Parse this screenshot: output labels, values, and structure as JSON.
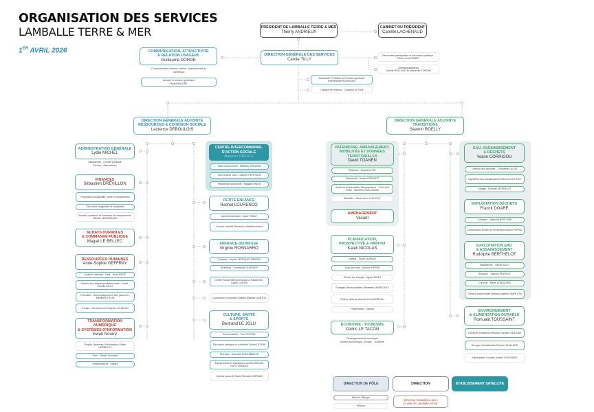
{
  "header": {
    "title_line1": "ORGANISATION DES SERVICES",
    "title_line2": "LAMBALLE TERRE & MER",
    "date_day": "1",
    "date_suffix": "ER",
    "date_rest": " AVRIL 2026"
  },
  "president": {
    "title": "PRÉSIDENT DE LAMBALLE TERRE & MER",
    "name": "Thierry ANDRIEUX"
  },
  "cabinet": {
    "title": "CABINET DU PRÉSIDENT",
    "name": "Camille LACHENAUD"
  },
  "dgs": {
    "title": "DIRECTION GÉNÉRALE DES SERVICES",
    "name": "Carole TILLY"
  },
  "communication": {
    "title_l1": "COMMUNICATION, ATTRACTIVITÉ",
    "title_l2": "& RELATION USAGERS",
    "name": "Guillaume DORGE",
    "desc": "Communication externe, interne, institutionnelle et numérique",
    "service": "Accueil et services généraux",
    "service_name": "Holly PHILIPPE"
  },
  "dgs_side": {
    "democratie": "Démocratie participative et innovation publique - Pierre-Yves HENRY",
    "contract_l1": "Contractualisations",
    "contract_l2": "Camille ROLLAND et Alexandre TORDINI",
    "assist_l1": "Assistante Président et Direction générale",
    "assist_l2": "Emmanuelle BOURDAIS",
    "mission": "Chargée de mission - Charlène LE NUÉ"
  },
  "dga_ress": {
    "title_l1": "DIRECTION GÉNÉRALE ADJOINTE",
    "title_l2": "RESSOURCES & COHÉSION SOCIALE",
    "name": "Laurence DEBOULOIS"
  },
  "dga_trans": {
    "title_l1": "DIRECTION GÉNÉRALE ADJOINTE",
    "title_l2": "TRANSITIONS",
    "name": "Séverin ROELLY"
  },
  "admin": {
    "title": "ADMINISTRATION GÉNÉRALE",
    "name": "Lydie MICHEL",
    "desc_l1": "Assurances - Conseil juridique",
    "desc_l2": "Foncier - Assemblées"
  },
  "finances": {
    "title": "FINANCES",
    "name": "Sébastien DRÉVILLON",
    "items": [
      "Préparation budgétaire, dette et prospectives",
      "Exécution budgétaire et comptable",
      "Fiscalité, dotations et transferts de compétences - Mireille LEMORDANT"
    ]
  },
  "achats": {
    "title_l1": "ACHATS DURABLES",
    "title_l2": "& COMMANDE PUBLIQUE",
    "name": "Magali LE BELLEC"
  },
  "rh": {
    "title": "RESSOURCES HUMAINES",
    "name": "Anne-Sophie GEFFRAY",
    "items": [
      "Gestion carrières - Paie - Anita MACÉ",
      "Gestion des risques professionnels - Santé - Camille GILET",
      "Formation - Accompagnement des parcours - Mélanie LE FUR",
      "Emploi - Recrutement Delphine LE BIHAN"
    ]
  },
  "numerique": {
    "title_l1": "TRANSFORMATION NUMÉRIQUE",
    "title_l2": "& SYSTÈMES D'INFORMATION",
    "name": "Ewan Nourry",
    "items": [
      "Projets Systèmes d'information Olivier HERBELOT",
      "Parc - Steven Boussier",
      "Infrastructures - Vacant"
    ]
  },
  "cias": {
    "title_l1": "CENTRE INTERCOMMUNAL",
    "title_l2": "D'ACTION SOCIALE",
    "name": "Maureen DREULE",
    "items": [
      "SAD secteur Nord - Matthieu ORHAND",
      "SAD secteur Sud - Léandre HERCELIN",
      "Résidence autonomie - Magalie UMON"
    ]
  },
  "petite_enfance": {
    "title": "PETITE ENFANCE",
    "name": "Rachel LOURENCO",
    "items": [
      "Accueil individuel - Marie TANAY",
      "Accueil collectif Directions d'établissement"
    ]
  },
  "enfance": {
    "title": "ENFANCE-JEUNESSE",
    "name": "Virginie ROSNARHO",
    "items": [
      "Enfance - Sophie JEZEQUEL BRIEND",
      "Jeunesse - Emmanuel GUERNES"
    ]
  },
  "centre_social": "Centre Social Intercommunal La Passerelle - Cyrille CARTIN",
  "convention": "Convention Territoriale Globale Mélanie GARTOS",
  "culture": {
    "title_l1": "CULTURE, SANTÉ",
    "title_l2": "& SPORTS",
    "name": "Bertrand LE JOLU",
    "items": [
      "Conservatoire - Yves TROVEL",
      "Éducation artistique et culturelle Céline LE BON",
      "Piscines - Gwendal SOULABAILLE",
      "Équipements et animations sportifs Déborah GUITTONNEAU",
      "Contrat Local de Santé Romane MORVAN"
    ]
  },
  "patrimoine": {
    "title_l1": "PATRIMOINE, AMÉNAGEMENT,",
    "title_l2": "MOBILITÉS ET DONNÉES",
    "title_l3": "TERRITORIALES",
    "name": "David TOANEN",
    "items": [
      "Réseaux - Ségolène FAY",
      "Patrimoine - Arnaud DENIAUT",
      "Système d'information Géographique - Très Haut Débit - Sandrine GUILLAUME",
      "Mobilités - Marie-Anne LAUTOUT"
    ]
  },
  "amenagement": {
    "title": "AMÉNAGEMENT",
    "name": "Vacant"
  },
  "planification": {
    "title_l1": "PLANIFICATION,",
    "title_l2": "PROSPECTIVE & HABITAT",
    "name": "Katell NICOLAS",
    "items": [
      "Habitat - Sylvie AUBAUD",
      "Droit des sols - Maxime HERVÉ",
      "Climat, air, énergie - Agnès MILET",
      "Énergies Renouvelables Sébastien MARECAUX",
      "Petites villes de demain Flora MOREAU",
      "Planification - Vacant"
    ]
  },
  "economie": {
    "title": "ÉCONOMIE - TOURISME",
    "name": "Cédric LE TACON",
    "desc_l1": "Développement économique",
    "desc_l2": "foncier économique - Emploi - Tourisme"
  },
  "eau": {
    "title_l1": "EAU, ASSAINISSEMENT",
    "title_l2": "& DÉCHETS",
    "name": "Yoann CORRIGOU",
    "items": [
      "Gestion des abonnés - Chrystelle LUCAS",
      "Ingénierie Eau Assainissement Benoît DUTHOIT",
      "Garage - Romain JAFFRELOT"
    ]
  },
  "dechets": {
    "title": "EXPLOITATION DÉCHETS",
    "name": "Franck DOARÉ",
    "items": [
      "Collectes - Nathalie BOSCHER",
      "Coordination Études et Prévention Manon RIPPAL"
    ]
  },
  "exploit_eau": {
    "title_l1": "EXPLOITATION EAU",
    "title_l2": "& ASSAINISSEMENT",
    "name": "Rodolphe BERTHELOT",
    "items": [
      "Installations - Olivier BIZET",
      "Réseaux - Yannick PRZYBYL",
      "Contrôle - Régis LONGEARD",
      "Gestion patrimoniale réseaux Mathieu MAROTIN"
    ]
  },
  "environnement": {
    "title_l1": "ENVIRONNEMENT",
    "title_l2": "& ALIMENTATION DURABLE",
    "name": "Romuald TOUSSAINT",
    "items": [
      "GEMAPI et bassins versants Caroline GUÉGAN",
      "Bocage et biodiversité Rozenn GUILLARD",
      "Alimentation Durable Justine PLASSARD"
    ]
  },
  "legend": {
    "pole": "DIRECTION DE PÔLE",
    "direction": "DIRECTION",
    "satellite": "ÉTABLISSEMENT SATELLITE",
    "service": "Service / Équipe",
    "mission": "Mission",
    "mutualisee_l1": "Direction mutualisée avec",
    "mutualisee_l2": "la ville de Lamballe-Armor"
  },
  "colors": {
    "blue": "#2a8fcc",
    "green": "#3aa66a",
    "teal": "#2b98a3",
    "red": "#c0392b"
  }
}
